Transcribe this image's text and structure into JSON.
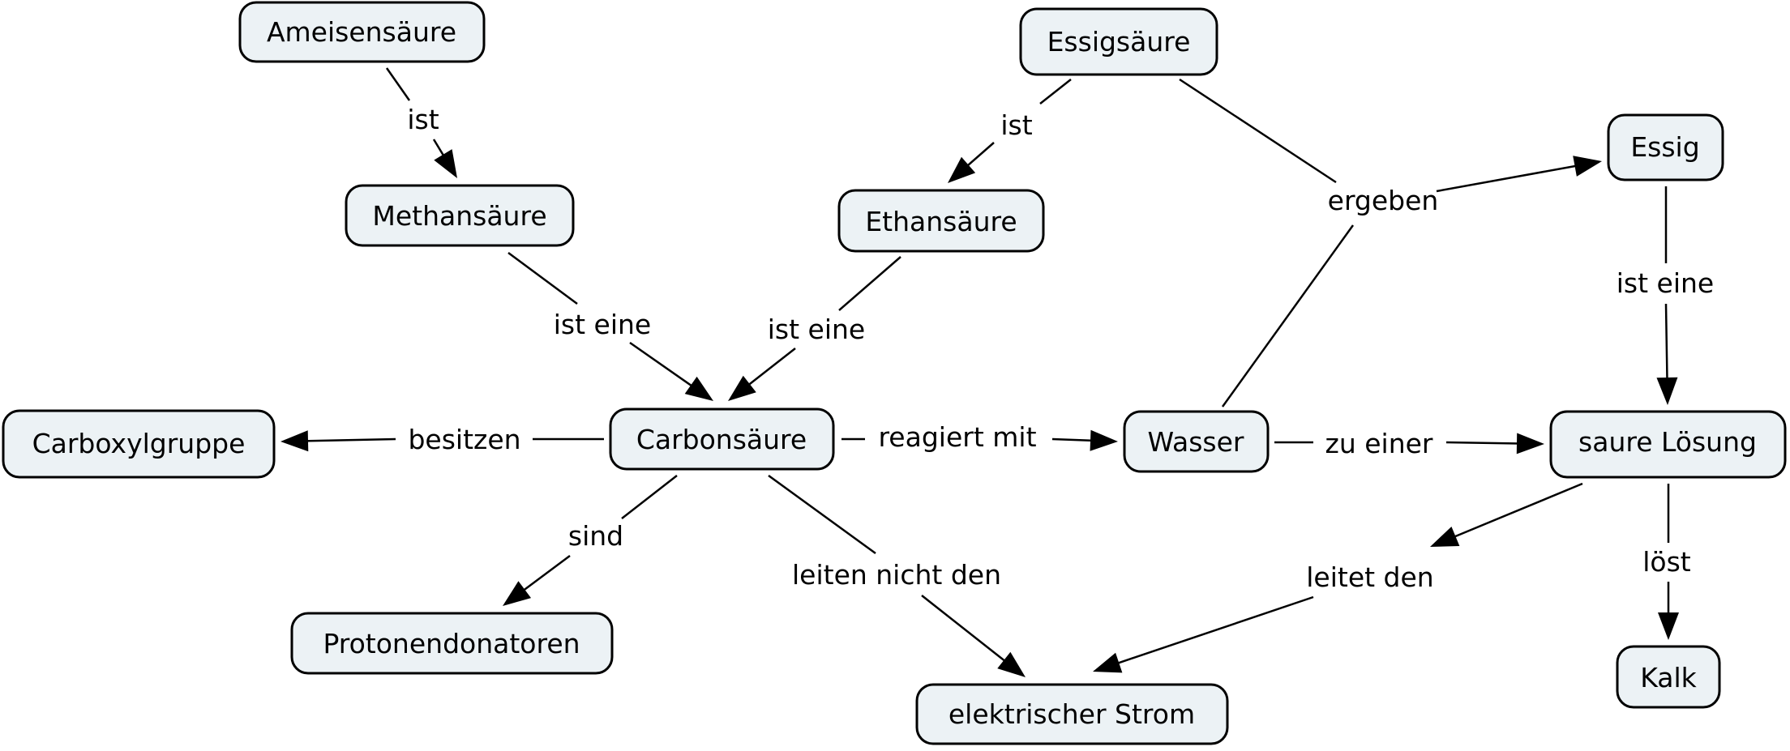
{
  "diagram": {
    "type": "concept-map",
    "colors": {
      "node_fill": "#ecf2f5",
      "node_stroke": "#000000",
      "line": "#000000",
      "background": "#ffffff"
    },
    "concepts": {
      "ameisensaeure": "Ameisensäure",
      "methansaeure": "Methansäure",
      "essigsaeure": "Essigsäure",
      "ethansaeure": "Ethansäure",
      "essig": "Essig",
      "carboxylgruppe": "Carboxylgruppe",
      "carbonsaeure": "Carbonsäure",
      "wasser": "Wasser",
      "saure_loesung": "saure Lösung",
      "protonendonatoren": "Protonendonatoren",
      "elektrischer_strom": "elektrischer Strom",
      "kalk": "Kalk"
    },
    "links": {
      "ameisen_ist": "ist",
      "methan_ist_eine": "ist eine",
      "essigsaeure_ist": "ist",
      "ethan_ist_eine": "ist eine",
      "ergeben": "ergeben",
      "essig_ist_eine": "ist eine",
      "besitzen": "besitzen",
      "reagiert_mit": "reagiert mit",
      "zu_einer": "zu einer",
      "sind": "sind",
      "leiten_nicht_den": "leiten nicht den",
      "leitet_den": "leitet den",
      "loest": "löst"
    },
    "propositions": [
      [
        "Ameisensäure",
        "ist",
        "Methansäure"
      ],
      [
        "Methansäure",
        "ist eine",
        "Carbonsäure"
      ],
      [
        "Essigsäure",
        "ist",
        "Ethansäure"
      ],
      [
        "Ethansäure",
        "ist eine",
        "Carbonsäure"
      ],
      [
        "Essigsäure + Wasser",
        "ergeben",
        "Essig"
      ],
      [
        "Essig",
        "ist eine",
        "saure Lösung"
      ],
      [
        "Carbonsäure",
        "besitzen",
        "Carboxylgruppe"
      ],
      [
        "Carbonsäure",
        "reagiert mit",
        "Wasser"
      ],
      [
        "Wasser",
        "zu einer",
        "saure Lösung"
      ],
      [
        "Carbonsäure",
        "sind",
        "Protonendonatoren"
      ],
      [
        "Carbonsäure",
        "leiten nicht den",
        "elektrischer Strom"
      ],
      [
        "saure Lösung",
        "leitet den",
        "elektrischer Strom"
      ],
      [
        "saure Lösung",
        "löst",
        "Kalk"
      ]
    ]
  }
}
